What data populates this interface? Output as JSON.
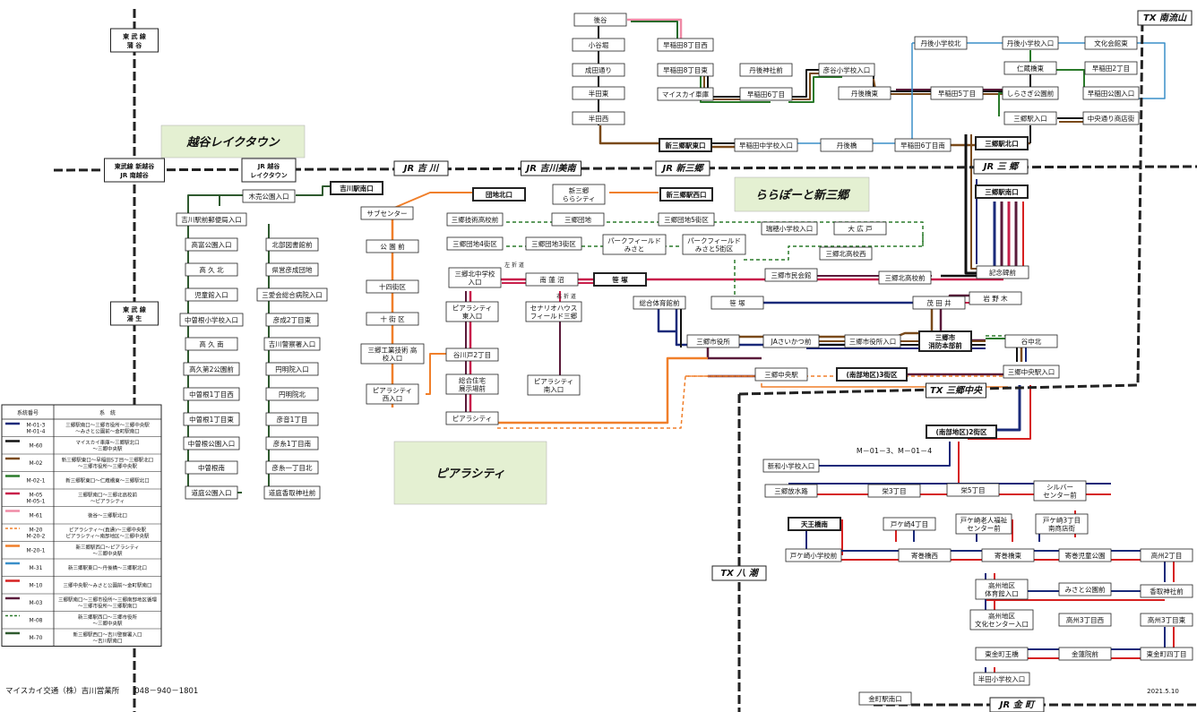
{
  "colors": {
    "blue": "#1a2a7a",
    "black": "#111111",
    "brown": "#7a4a1a",
    "green": "#1f6a2a",
    "crimson": "#c81e4a",
    "pink": "#f08aa6",
    "orange": "#f07f2a",
    "lightblue": "#3a8fc9",
    "red": "#d62020",
    "maroon": "#5a1a3a",
    "dgreen": "#2a7a2a",
    "dkgreen": "#2f5a2f",
    "areafill": "#e4f0d2"
  },
  "rails": [
    "東 武 線\n蒲 谷",
    "東武線 新越谷\nJR 南越谷",
    "東 武 線\n湯 生",
    "JR 越谷\nレイクタウン",
    "JR 吉 川",
    "JR 吉川美南",
    "JR 新三郷",
    "JR 三 郷",
    "TX 南流山",
    "TX 三郷中央",
    "TX 八 潮",
    "JR 金 町"
  ],
  "areas": [
    "越谷レイクタウン",
    "ららぽーと新三郷",
    "ピアラシティ"
  ],
  "stops": [
    "後谷",
    "早稲田8丁目西",
    "小谷堀",
    "早稲田8丁目東",
    "丹後神社前",
    "早稲田6丁目",
    "マイスカイ車庫",
    "成田通り",
    "半田東",
    "半田西",
    "彦谷小学校入口",
    "丹後橋東",
    "早稲田5丁目",
    "丹後小学校北",
    "丹後小学校入口",
    "文化会館東",
    "仁蔵橋東",
    "早稲田2丁目",
    "しらさぎ公園前",
    "早稲田公園入口",
    "三郷駅入口",
    "中央通り商店街",
    "三郷駅北口",
    "新三郷駅東口",
    "早稲田中学校入口",
    "丹後橋",
    "早稲田6丁目南",
    "三郷駅南口",
    "吉川駅南口",
    "木売公園入口",
    "吉川駅前郵便局入口",
    "高富公園入口",
    "高 久 北",
    "児童館入口",
    "中曽根小学校入口",
    "高 久 南",
    "高久第2公園前",
    "中曽根1丁目西",
    "中曽根1丁目東",
    "中曽根公園入口",
    "中曽根南",
    "道庭公園入口",
    "北部図書館前",
    "県営彦成団地",
    "三愛会総合病院入口",
    "彦成2丁目東",
    "吉川警察署入口",
    "円明院入口",
    "円明院北",
    "彦音1丁目",
    "彦糸1丁目南",
    "彦糸一丁目北",
    "道庭香取神社前",
    "団地北口",
    "新三郷\nららシティ",
    "新三郷駅西口",
    "サブセンター",
    "三郷技術高校前",
    "三郷団地",
    "三郷団地5街区",
    "三郷団地4街区",
    "三郷団地3街区",
    "パークフィールド\nみさと",
    "パークフィールド\nみさと5街区",
    "公 園 前",
    "十四街区",
    "十 街 区",
    "三郷工業技術 高\n校入口",
    "ピアラシティ\n西入口",
    "三郷北中学校\n入口",
    "南 蓮 沼",
    "笹 塚",
    "ピアラシティ\n東入口",
    "谷川戸2丁目",
    "総合住宅\n展示場前",
    "ピアラシティ",
    "セナリオハウス\nフィールド三郷",
    "ピアラシティ\n南入口",
    "総合体育館前",
    "笹 塚",
    "三郷市役所",
    "三郷市民会館",
    "瑞穂小学校入口",
    "大 広 戸",
    "三郷北高校西",
    "三郷北高校前",
    "記念碑前",
    "茂 田 井",
    "岩 野 木",
    "JAさいかつ前",
    "三郷市役所入口",
    "三郷市\n消防本部前",
    "谷中北",
    "三郷中央駅入口",
    "三郷中央駅",
    "(南部地区)3街区",
    "(南部地区)2街区",
    "新和小学校入口",
    "三郷放水路",
    "栄3丁目",
    "栄5丁目",
    "シルバー\nセンター前",
    "天王橋南",
    "戸ケ崎4丁目",
    "戸ケ崎老人福祉\nセンター前",
    "戸ケ崎3丁目\n南商店街",
    "戸ケ崎小学校前",
    "寄巻橋西",
    "寄巻橋東",
    "寄巻児童公園",
    "高州2丁目",
    "高州地区\n体育館入口",
    "みさと公園前",
    "香取神社前",
    "高州地区\n文化センター入口",
    "高州3丁目西",
    "高州3丁目東",
    "東金町王橋",
    "金蓮院前",
    "東金町四丁目",
    "半田小学校入口",
    "金町駅南口"
  ],
  "notes": [
    "左 折 道",
    "右 折 道",
    "M－01－3、M－01－4"
  ],
  "legend": {
    "header": [
      "系統番号",
      "系　統"
    ],
    "rows": [
      {
        "code": "M-01-3\nM-01-4",
        "desc": "三郷駅南口～三郷市役所～三郷中央駅\n～みさと公園前～金町駅南口"
      },
      {
        "code": "M-60",
        "desc": "マイスカイ車庫～三郷駅北口\n～三郷中央駅"
      },
      {
        "code": "M-02",
        "desc": "新三郷駅東口～早稲田5丁目～三郷駅北口\n～三郷市役所～三郷中央駅"
      },
      {
        "code": "M-02-1",
        "desc": "新三郷駅東口～仁蔵橋東～三郷駅北口"
      },
      {
        "code": "M-05\nM-05-1",
        "desc": "三郷駅南口～三郷北高校前\n～ピアラシティ"
      },
      {
        "code": "M-61",
        "desc": "後谷～三郷駅北口"
      },
      {
        "code": "M-20\nM-20-2",
        "desc": "ピアラシティ～(直通)～三郷中央駅\nピアラシティ～南部地区～三郷中央駅"
      },
      {
        "code": "M-20-1",
        "desc": "新三郷駅西口～ピアラシティ\n～三郷中央駅"
      },
      {
        "code": "M-31",
        "desc": "新三郷駅東口～丹後橋～三郷駅北口"
      },
      {
        "code": "M-10",
        "desc": "三郷中央駅～みさと公園前～金町駅南口"
      },
      {
        "code": "M-03",
        "desc": "三郷駅南口～三郷市役所～三郷南部地区循環\n～三郷市役所～三郷駅南口"
      },
      {
        "code": "M-08",
        "desc": "新三郷駅西口～三郷市役所\n～三郷中央駅"
      },
      {
        "code": "M-70",
        "desc": "新三郷駅西口～吉川警察署入口\n～吉川駅南口"
      }
    ]
  },
  "footer": {
    "company": "マイスカイ交通（株）吉川営業所　　048－940－1801",
    "date": "2021.5.10"
  }
}
